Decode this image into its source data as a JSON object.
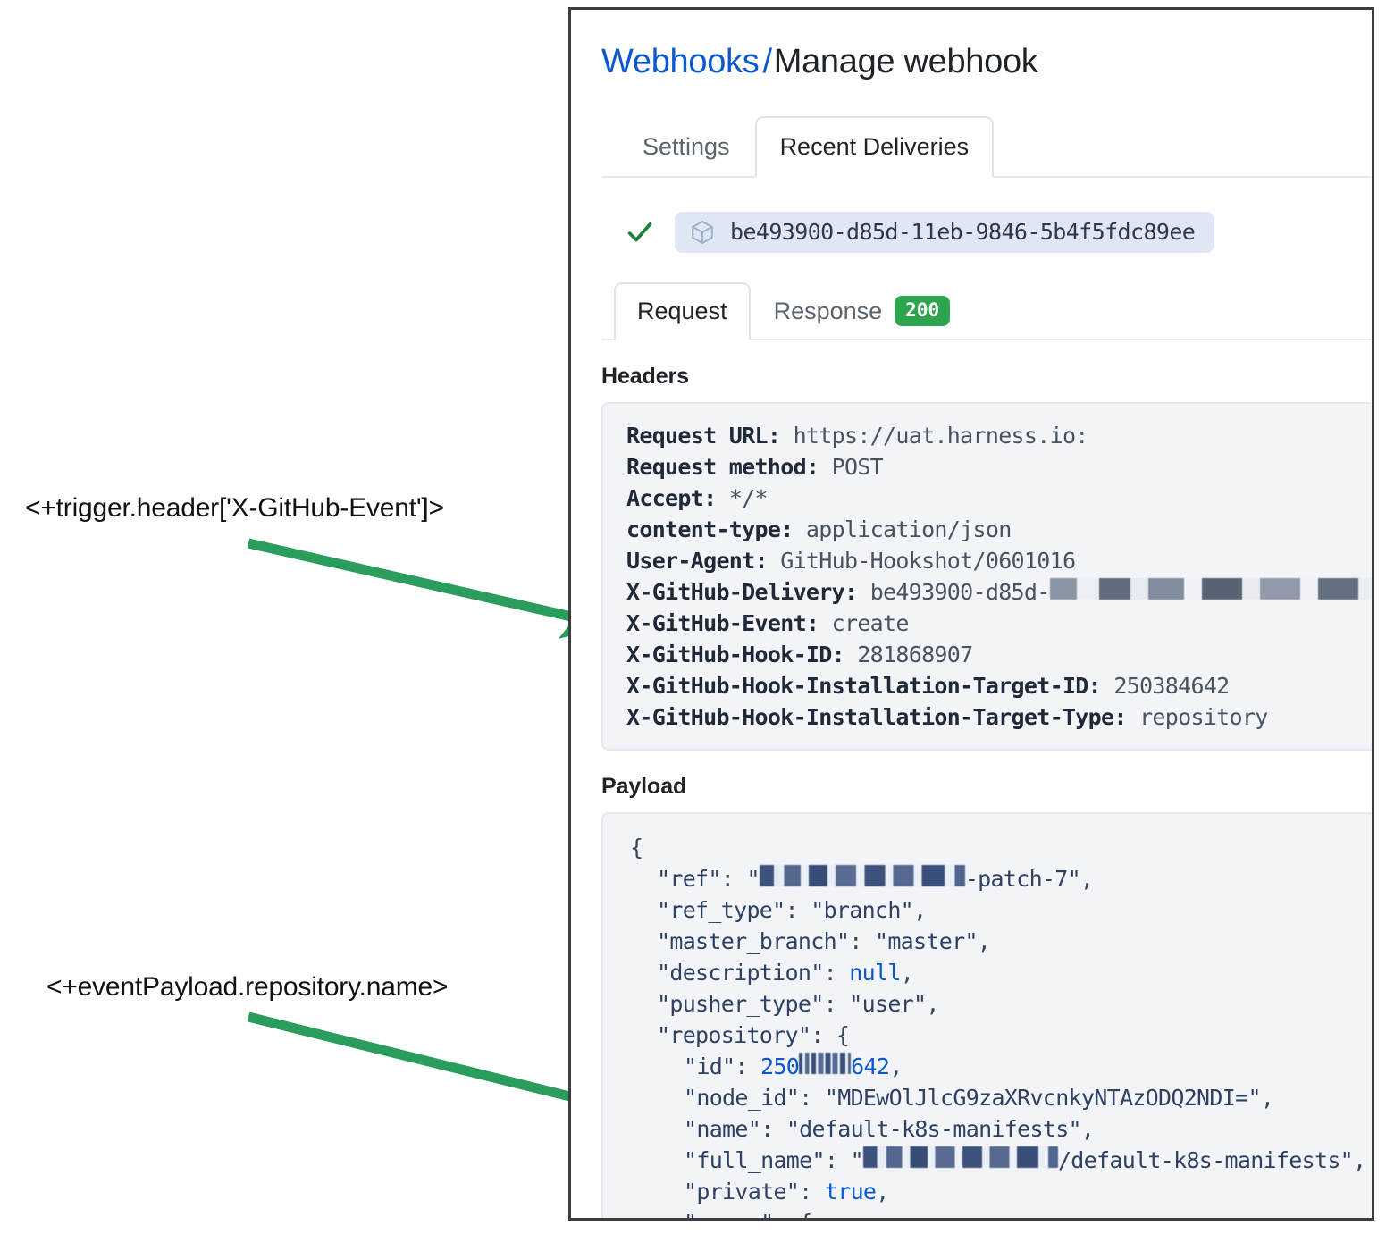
{
  "annotations": [
    {
      "id": "trigger-header-expression",
      "text": "<+trigger.header['X-GitHub-Event']>",
      "arrow_color": "#2a9d5c"
    },
    {
      "id": "event-payload-expression",
      "text": "<+eventPayload.repository.name>",
      "arrow_color": "#2a9d5c"
    }
  ],
  "card": {
    "breadcrumb": {
      "link_label": "Webhooks",
      "separator": "/",
      "current_label": "Manage webhook"
    },
    "tabs": [
      {
        "label": "Settings",
        "selected": false
      },
      {
        "label": "Recent Deliveries",
        "selected": true
      }
    ],
    "delivery": {
      "status_icon": "check-icon",
      "cube_icon": "package-icon",
      "guid": "be493900-d85d-11eb-9846-5b4f5fdc89ee"
    },
    "sub_tabs": [
      {
        "label": "Request",
        "selected": true,
        "badge": null
      },
      {
        "label": "Response",
        "selected": false,
        "badge": "200"
      }
    ],
    "badge_color": "#2da44e",
    "headers_section": {
      "heading": "Headers",
      "rows": [
        {
          "key": "Request URL:",
          "value": "https://uat.harness.io:",
          "redacted": false
        },
        {
          "key": "Request method:",
          "value": "POST",
          "redacted": false
        },
        {
          "key": "Accept:",
          "value": "*/*",
          "redacted": false
        },
        {
          "key": "content-type:",
          "value": "application/json",
          "redacted": false
        },
        {
          "key": "User-Agent:",
          "value": "GitHub-Hookshot/0601016",
          "redacted": false
        },
        {
          "key": "X-GitHub-Delivery:",
          "value": "be493900-d85d-",
          "redacted": true
        },
        {
          "key": "X-GitHub-Event:",
          "value": "create",
          "redacted": false
        },
        {
          "key": "X-GitHub-Hook-ID:",
          "value": "281868907",
          "redacted": false
        },
        {
          "key": "X-GitHub-Hook-Installation-Target-ID:",
          "value": "250384642",
          "redacted": false
        },
        {
          "key": "X-GitHub-Hook-Installation-Target-Type:",
          "value": "repository",
          "redacted": false
        }
      ]
    },
    "payload_section": {
      "heading": "Payload",
      "lines": [
        {
          "indent": 0,
          "parts": [
            {
              "t": "{",
              "c": "jpunct"
            }
          ]
        },
        {
          "indent": 1,
          "parts": [
            {
              "t": "\"ref\"",
              "c": "jkey"
            },
            {
              "t": ": ",
              "c": "jpunct"
            },
            {
              "t": "\"",
              "c": "jstr"
            },
            {
              "t": "REDACT_P:230",
              "c": "redact"
            },
            {
              "t": "-patch-7\"",
              "c": "jstr"
            },
            {
              "t": ",",
              "c": "jpunct"
            }
          ]
        },
        {
          "indent": 1,
          "parts": [
            {
              "t": "\"ref_type\"",
              "c": "jkey"
            },
            {
              "t": ": ",
              "c": "jpunct"
            },
            {
              "t": "\"branch\"",
              "c": "jstr"
            },
            {
              "t": ",",
              "c": "jpunct"
            }
          ]
        },
        {
          "indent": 1,
          "parts": [
            {
              "t": "\"master_branch\"",
              "c": "jkey"
            },
            {
              "t": ": ",
              "c": "jpunct"
            },
            {
              "t": "\"master\"",
              "c": "jstr"
            },
            {
              "t": ",",
              "c": "jpunct"
            }
          ]
        },
        {
          "indent": 1,
          "parts": [
            {
              "t": "\"description\"",
              "c": "jkey"
            },
            {
              "t": ": ",
              "c": "jpunct"
            },
            {
              "t": "null",
              "c": "jlit"
            },
            {
              "t": ",",
              "c": "jpunct"
            }
          ]
        },
        {
          "indent": 1,
          "parts": [
            {
              "t": "\"pusher_type\"",
              "c": "jkey"
            },
            {
              "t": ": ",
              "c": "jpunct"
            },
            {
              "t": "\"user\"",
              "c": "jstr"
            },
            {
              "t": ",",
              "c": "jpunct"
            }
          ]
        },
        {
          "indent": 1,
          "parts": [
            {
              "t": "\"repository\"",
              "c": "jkey"
            },
            {
              "t": ": {",
              "c": "jpunct"
            }
          ]
        },
        {
          "indent": 2,
          "parts": [
            {
              "t": "\"id\"",
              "c": "jkey"
            },
            {
              "t": ": ",
              "c": "jpunct"
            },
            {
              "t": "250",
              "c": "jnum"
            },
            {
              "t": "REDACT_P:58",
              "c": "redact"
            },
            {
              "t": "642",
              "c": "jnum"
            },
            {
              "t": ",",
              "c": "jpunct"
            }
          ]
        },
        {
          "indent": 2,
          "parts": [
            {
              "t": "\"node_id\"",
              "c": "jkey"
            },
            {
              "t": ": ",
              "c": "jpunct"
            },
            {
              "t": "\"MDEwOlJlcG9zaXRvcnkyNTAzODQ2NDI=\"",
              "c": "jstr"
            },
            {
              "t": ",",
              "c": "jpunct"
            }
          ]
        },
        {
          "indent": 2,
          "parts": [
            {
              "t": "\"name\"",
              "c": "jkey"
            },
            {
              "t": ": ",
              "c": "jpunct"
            },
            {
              "t": "\"default-k8s-manifests\"",
              "c": "jstr"
            },
            {
              "t": ",",
              "c": "jpunct"
            }
          ]
        },
        {
          "indent": 2,
          "parts": [
            {
              "t": "\"full_name\"",
              "c": "jkey"
            },
            {
              "t": ": ",
              "c": "jpunct"
            },
            {
              "t": "\"",
              "c": "jstr"
            },
            {
              "t": "REDACT_P:218",
              "c": "redact"
            },
            {
              "t": "/default-k8s-manifests\"",
              "c": "jstr"
            },
            {
              "t": ",",
              "c": "jpunct"
            }
          ]
        },
        {
          "indent": 2,
          "parts": [
            {
              "t": "\"private\"",
              "c": "jkey"
            },
            {
              "t": ": ",
              "c": "jpunct"
            },
            {
              "t": "true",
              "c": "jlit"
            },
            {
              "t": ",",
              "c": "jpunct"
            }
          ]
        },
        {
          "indent": 2,
          "parts": [
            {
              "t": "\"owner\"",
              "c": "jkey"
            },
            {
              "t": ": {",
              "c": "jpunct"
            }
          ]
        }
      ]
    }
  }
}
